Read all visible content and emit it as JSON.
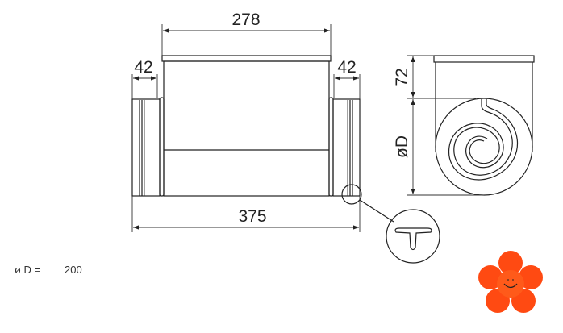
{
  "drawing": {
    "dim_top": "278",
    "dim_left": "42",
    "dim_right": "42",
    "dim_bottom": "375",
    "dim_height": "72",
    "dim_diameter": "øD"
  },
  "spec": {
    "label": "ø D =",
    "value": "200"
  },
  "colors": {
    "flower": "#ff4a12",
    "line": "#222222"
  }
}
